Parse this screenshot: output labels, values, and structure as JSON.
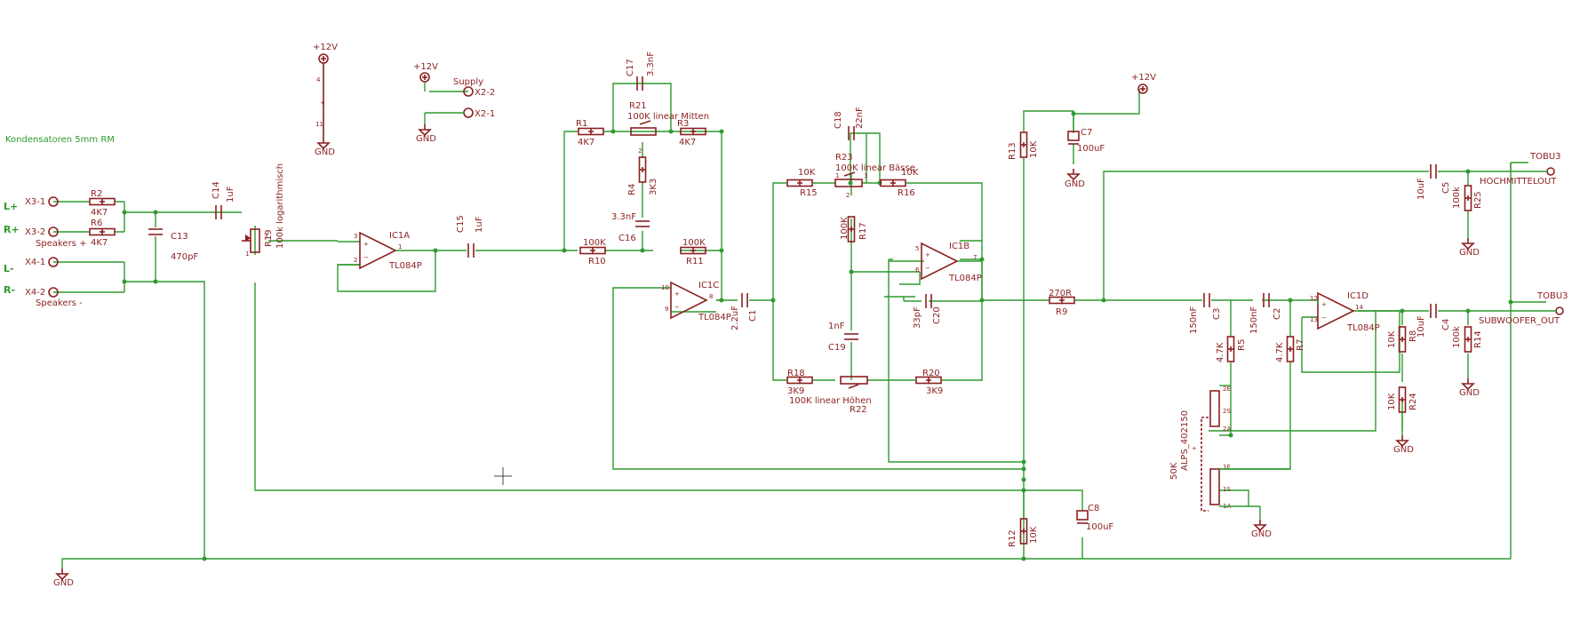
{
  "colors": {
    "wire": "#2f9a2f",
    "symbol": "#8c1f1f",
    "background": "#ffffff"
  },
  "note": "Kondensatoren 5mm RM",
  "supply": {
    "label": "Supply",
    "x22": "X2-2",
    "x21": "X2-1",
    "plus12": "+12V",
    "gnd": "GND"
  },
  "power_pins": {
    "p4": "4",
    "p11": "11"
  },
  "inputs": {
    "x31": "X3-1",
    "x32": "X3-2",
    "x41": "X4-1",
    "x42": "X4-2",
    "l_plus": "L+",
    "r_plus": "R+",
    "l_minus": "L-",
    "r_minus": "R-",
    "spk_plus": "Speakers +",
    "spk_minus": "Speakers -"
  },
  "resistors": {
    "R2": {
      "name": "R2",
      "value": "4K7"
    },
    "R6": {
      "name": "R6",
      "value": "4K7"
    },
    "R1": {
      "name": "R1",
      "value": "4K7"
    },
    "R3": {
      "name": "R3",
      "value": "4K7"
    },
    "R4": {
      "name": "R4",
      "value": "3K3"
    },
    "R10": {
      "name": "R10",
      "value": "100K"
    },
    "R11": {
      "name": "R11",
      "value": "100K"
    },
    "R15": {
      "name": "R15",
      "value": "10K"
    },
    "R16": {
      "name": "R16",
      "value": "10K"
    },
    "R17": {
      "name": "R17",
      "value": "100K"
    },
    "R18": {
      "name": "R18",
      "value": "3K9"
    },
    "R20": {
      "name": "R20",
      "value": "3K9"
    },
    "R9": {
      "name": "R9",
      "value": "270R"
    },
    "R13": {
      "name": "R13",
      "value": "10K"
    },
    "R12": {
      "name": "R12",
      "value": "10K"
    },
    "R25": {
      "name": "R25",
      "value": "100k"
    },
    "R5": {
      "name": "R5",
      "value": "4.7K"
    },
    "R7": {
      "name": "R7",
      "value": "4.7K"
    },
    "R8": {
      "name": "R8",
      "value": "10K"
    },
    "R24": {
      "name": "R24",
      "value": "10K"
    },
    "R14": {
      "name": "R14",
      "value": "100k"
    }
  },
  "pots": {
    "R19": {
      "name": "R19",
      "value": "100k logarithmisch"
    },
    "R21": {
      "name": "R21",
      "value": "100K linear Mitten"
    },
    "R23": {
      "name": "R23",
      "value": "100K linear Bässe"
    },
    "R22": {
      "name": "R22",
      "value": "100K linear Höhen"
    },
    "ALPS": {
      "name": "ALPS_402150",
      "value": "50K"
    }
  },
  "capacitors": {
    "C14": {
      "name": "C14",
      "value": "1uF"
    },
    "C13": {
      "name": "C13",
      "value": "470pF"
    },
    "C15": {
      "name": "C15",
      "value": "1uF"
    },
    "C17": {
      "name": "C17",
      "value": "3.3nF"
    },
    "C16": {
      "name": "C16",
      "value": "3.3nF"
    },
    "C1": {
      "name": "C1",
      "value": "2.2uF"
    },
    "C18": {
      "name": "C18",
      "value": "22nF"
    },
    "C19": {
      "name": "C19",
      "value": "1nF"
    },
    "C20": {
      "name": "C20",
      "value": "33pF"
    },
    "C7": {
      "name": "C7",
      "value": "100uF"
    },
    "C8": {
      "name": "C8",
      "value": "100uF"
    },
    "C5": {
      "name": "C5",
      "value": "10uF"
    },
    "C3": {
      "name": "C3",
      "value": "150nF"
    },
    "C2": {
      "name": "C2",
      "value": "150nF"
    },
    "C4": {
      "name": "C4",
      "value": "10uF"
    }
  },
  "opamps": {
    "IC1A": {
      "name": "IC1A",
      "type": "TL084P"
    },
    "IC1C": {
      "name": "IC1C",
      "type": "TL084P"
    },
    "IC1B": {
      "name": "IC1B",
      "type": "TL084P"
    },
    "IC1D": {
      "name": "IC1D",
      "type": "TL084P"
    }
  },
  "outputs": {
    "tobu_top": "TOBU3",
    "hoch": "HOCHMITTELOUT",
    "tobu_bottom": "TOBU3",
    "sub": "SUBWOOFER_OUT"
  },
  "alps_pins": {
    "p2e": "2E",
    "p2s": "2S",
    "p2a": "2A",
    "p1e": "1E",
    "p1s": "1S",
    "p1a": "1A"
  },
  "pin_numbers": {
    "ic1a": [
      "3",
      "2",
      "1"
    ],
    "ic1c": [
      "10",
      "9",
      "8"
    ],
    "ic1b": [
      "5",
      "6",
      "7"
    ],
    "ic1d": [
      "12",
      "13",
      "14"
    ],
    "pot": [
      "1",
      "2",
      "3"
    ]
  }
}
